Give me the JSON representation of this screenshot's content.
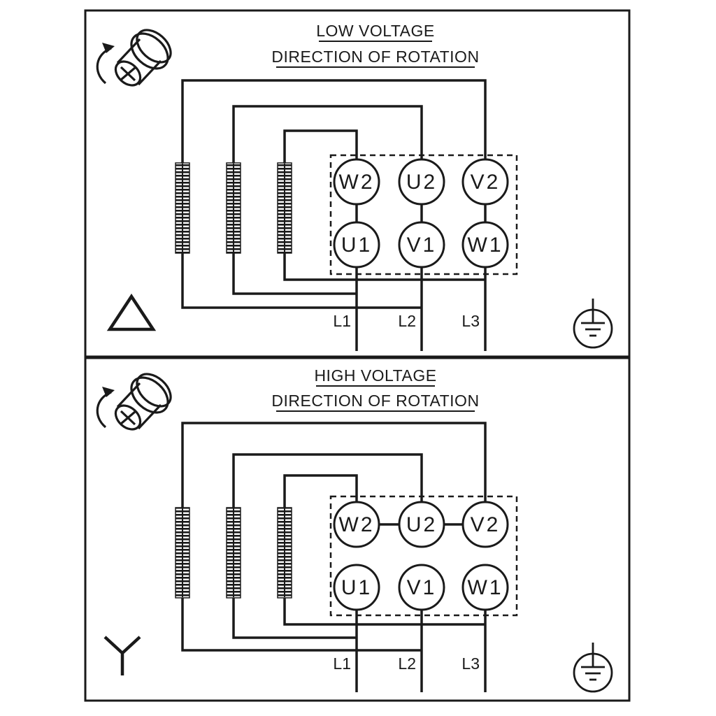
{
  "colors": {
    "ink": "#1a1a1a",
    "background": "#ffffff"
  },
  "panels": {
    "low": {
      "title": "LOW VOLTAGE",
      "subtitle": "DIRECTION OF ROTATION",
      "connection": "delta",
      "terminals": {
        "top": [
          "W2",
          "U2",
          "V2"
        ],
        "bottom": [
          "U1",
          "V1",
          "W1"
        ]
      },
      "supply_lines": [
        "L1",
        "L2",
        "L3"
      ]
    },
    "high": {
      "title": "HIGH VOLTAGE",
      "subtitle": "DIRECTION OF ROTATION",
      "connection": "wye",
      "terminals": {
        "top": [
          "W2",
          "U2",
          "V2"
        ],
        "bottom": [
          "U1",
          "V1",
          "W1"
        ]
      },
      "supply_lines": [
        "L1",
        "L2",
        "L3"
      ]
    }
  },
  "icons": {
    "shaft": "rotating-shaft-icon",
    "delta": "delta-connection-icon",
    "wye": "wye-connection-icon",
    "ground": "earth-ground-icon"
  }
}
